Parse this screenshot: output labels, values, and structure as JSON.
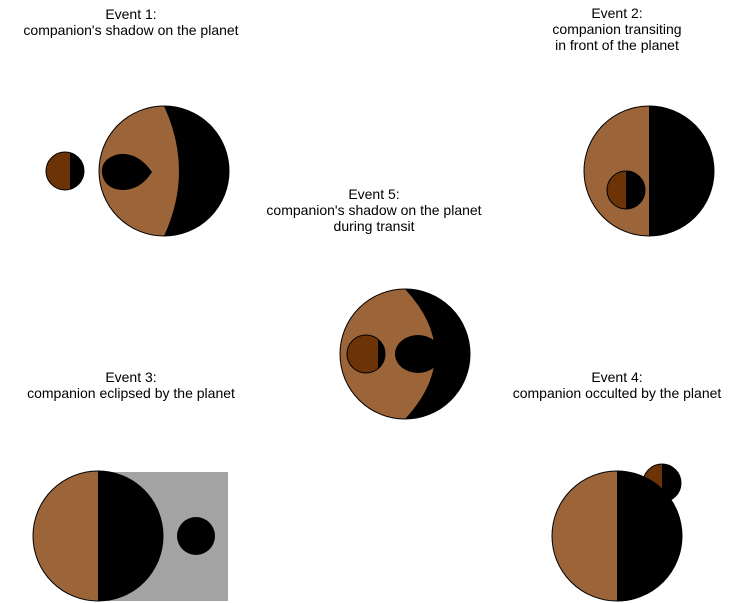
{
  "colors": {
    "planet_lit": "#9b6439",
    "planet_dark": "#000000",
    "companion_lit": "#6b3306",
    "shadow_region": "#a3a3a3",
    "outline": "#000000",
    "background": "#ffffff"
  },
  "events": {
    "event1": {
      "title": "Event 1:",
      "desc": [
        "companion's shadow on the planet"
      ]
    },
    "event2": {
      "title": "Event 2:",
      "desc": [
        "companion transiting",
        "in front of the planet"
      ]
    },
    "event3": {
      "title": "Event 3:",
      "desc": [
        "companion eclipsed by the planet"
      ]
    },
    "event4": {
      "title": "Event 4:",
      "desc": [
        "companion occulted by the planet"
      ]
    },
    "event5": {
      "title": "Event 5:",
      "desc": [
        "companion's shadow on the planet",
        "during transit"
      ]
    }
  }
}
